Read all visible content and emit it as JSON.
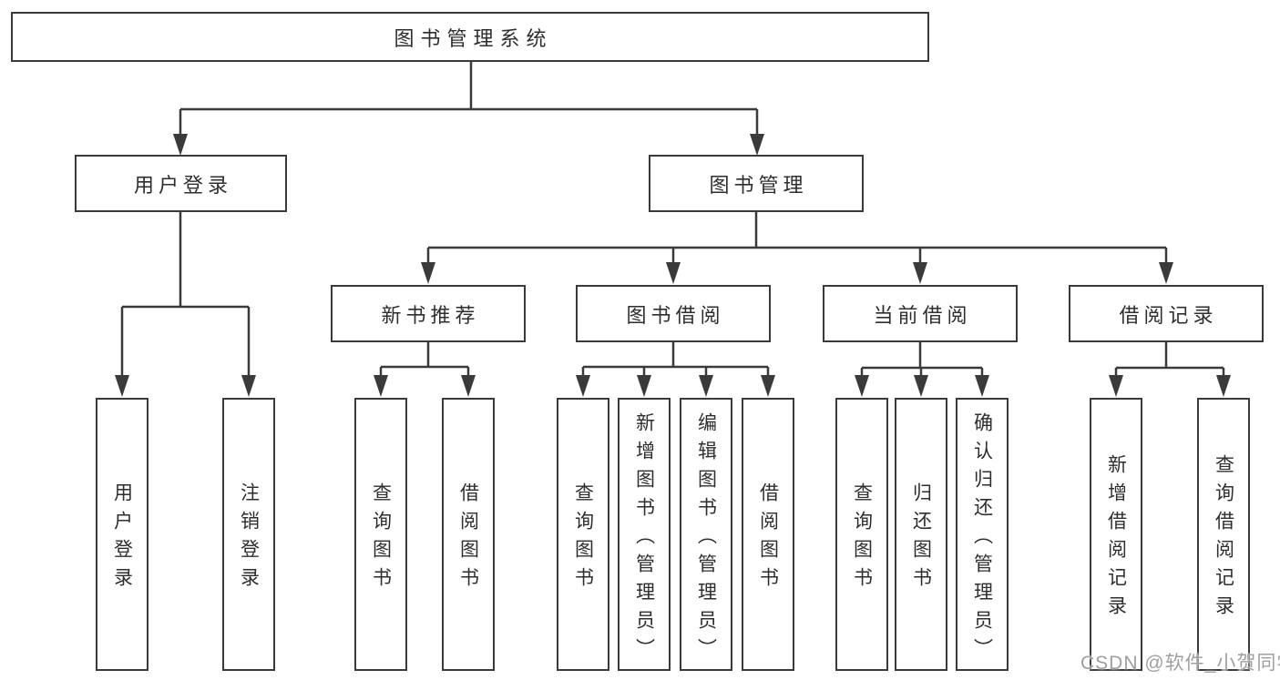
{
  "tree": {
    "root": {
      "label": "图书管理系统",
      "children": [
        {
          "label": "用户登录",
          "children": [
            {
              "label": "用户登录"
            },
            {
              "label": "注销登录"
            }
          ]
        },
        {
          "label": "图书管理",
          "children": [
            {
              "label": "新书推荐",
              "children": [
                {
                  "label": "查询图书"
                },
                {
                  "label": "借阅图书"
                }
              ]
            },
            {
              "label": "图书借阅",
              "children": [
                {
                  "label": "查询图书"
                },
                {
                  "label": "新增图书（管理员）"
                },
                {
                  "label": "编辑图书（管理员）"
                },
                {
                  "label": "借阅图书"
                }
              ]
            },
            {
              "label": "当前借阅",
              "children": [
                {
                  "label": "查询图书"
                },
                {
                  "label": "归还图书"
                },
                {
                  "label": "确认归还（管理员）"
                }
              ]
            },
            {
              "label": "借阅记录",
              "children": [
                {
                  "label": "新增借阅记录"
                },
                {
                  "label": "查询借阅记录"
                }
              ]
            }
          ]
        }
      ]
    }
  },
  "watermark": {
    "text": "CSDN @软件_小贺同学"
  },
  "colors": {
    "line": "#3a3a3a",
    "text": "#2e2e2e",
    "watermark_text": "#9f9f9f",
    "background": "#ffffff"
  }
}
